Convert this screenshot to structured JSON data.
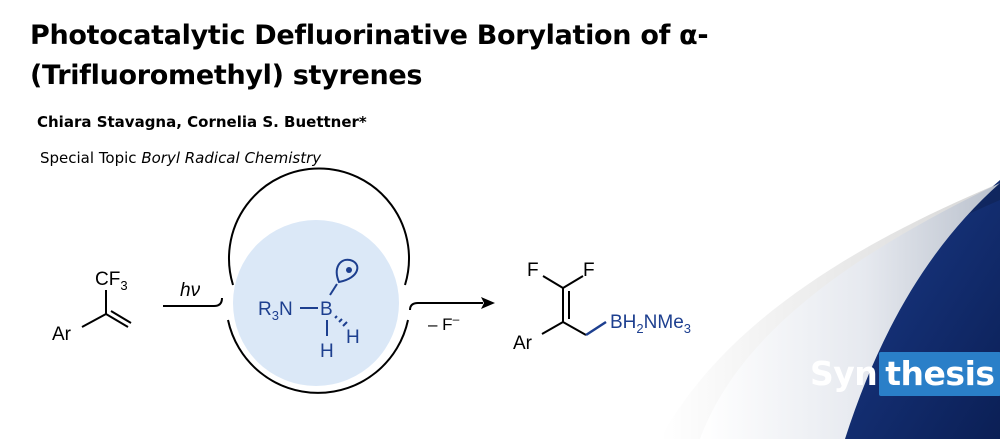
{
  "paper": {
    "title": "Photocatalytic Defluorinative Borylation of α-(Trifluoromethyl) styrenes",
    "authors": "Chiara Stavagna, Cornelia S. Buettner*",
    "topic_prefix": "Special Topic ",
    "topic_name": "Boryl Radical Chemistry"
  },
  "scheme": {
    "reactant_group": "CF",
    "reactant_group_sub": "3",
    "aryl": "Ar",
    "light": "hν",
    "amine_r": "R",
    "amine_r_sub": "3",
    "amine_n": "N",
    "boron": "B",
    "hydrogen_bottom": "H",
    "hydrogen_right": "H",
    "elimination": "– F",
    "elimination_charge": "–",
    "product_f_left": "F",
    "product_f_right": "F",
    "product_aryl": "Ar",
    "product_boryl_1": "BH",
    "product_boryl_sub1": "2",
    "product_boryl_2": "NMe",
    "product_boryl_sub2": "3"
  },
  "journal": {
    "logo_part1": "Syn",
    "logo_part2": "thesis"
  },
  "colors": {
    "navy": "#0f2a6e",
    "accent_blue": "#2a7fc8",
    "radical_circle": "#dbe8f7",
    "scheme_blue": "#1d3f8f"
  }
}
